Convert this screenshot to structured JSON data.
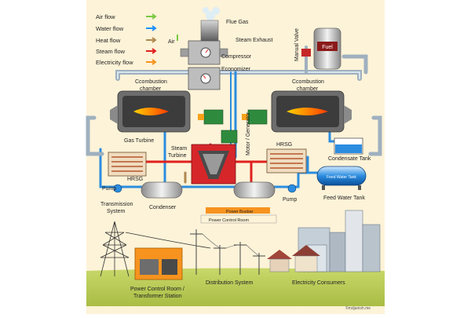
{
  "legend": {
    "items": [
      {
        "label": "Air flow",
        "color": "#7ac943"
      },
      {
        "label": "Water flow",
        "color": "#1e90ff"
      },
      {
        "label": "Heat flow",
        "color": "#b08850"
      },
      {
        "label": "Steam flow",
        "color": "#e02020"
      },
      {
        "label": "Electricity flow",
        "color": "#f7931e"
      }
    ]
  },
  "labels": {
    "air": "Air",
    "flue_gas": "Flue Gas",
    "steam_exhaust": "Steam Exhaust",
    "manual_valve": "Manual Valve",
    "fuel": "Fuel",
    "compressor": "Compressor",
    "economizer": "Economizer",
    "combustion_left_1": "Ccombustion",
    "combustion_left_2": "chamber",
    "combustion_right_1": "Ccombustion",
    "combustion_right_2": "chamber",
    "motor_generator": "Motor / Generator",
    "gas_turbine": "Gas Turbine",
    "steam_turbine_1": "Steam",
    "steam_turbine_2": "Turbine",
    "hrsg_right": "HRSG",
    "condensate_tank": "Condensate Tank",
    "hrsg_left": "HRSG",
    "pump_left": "Pump",
    "condenser": "Condenser",
    "pump_right": "Pump",
    "feed_water_tank_inner": "Feed Water Tank",
    "feed_water_tank": "Feed Water Tank",
    "power_busbar": "Power Busbar",
    "power_control_room": "Power Control Room",
    "transmission_1": "Transmission",
    "transmission_2": "System",
    "pcr_station_1": "Power Control Room /",
    "pcr_station_2": "Transformer Station",
    "distribution_system": "Distribution System",
    "electricity_consumers": "Electricity Consumers",
    "watermark": "©mdjanish.me"
  }
}
